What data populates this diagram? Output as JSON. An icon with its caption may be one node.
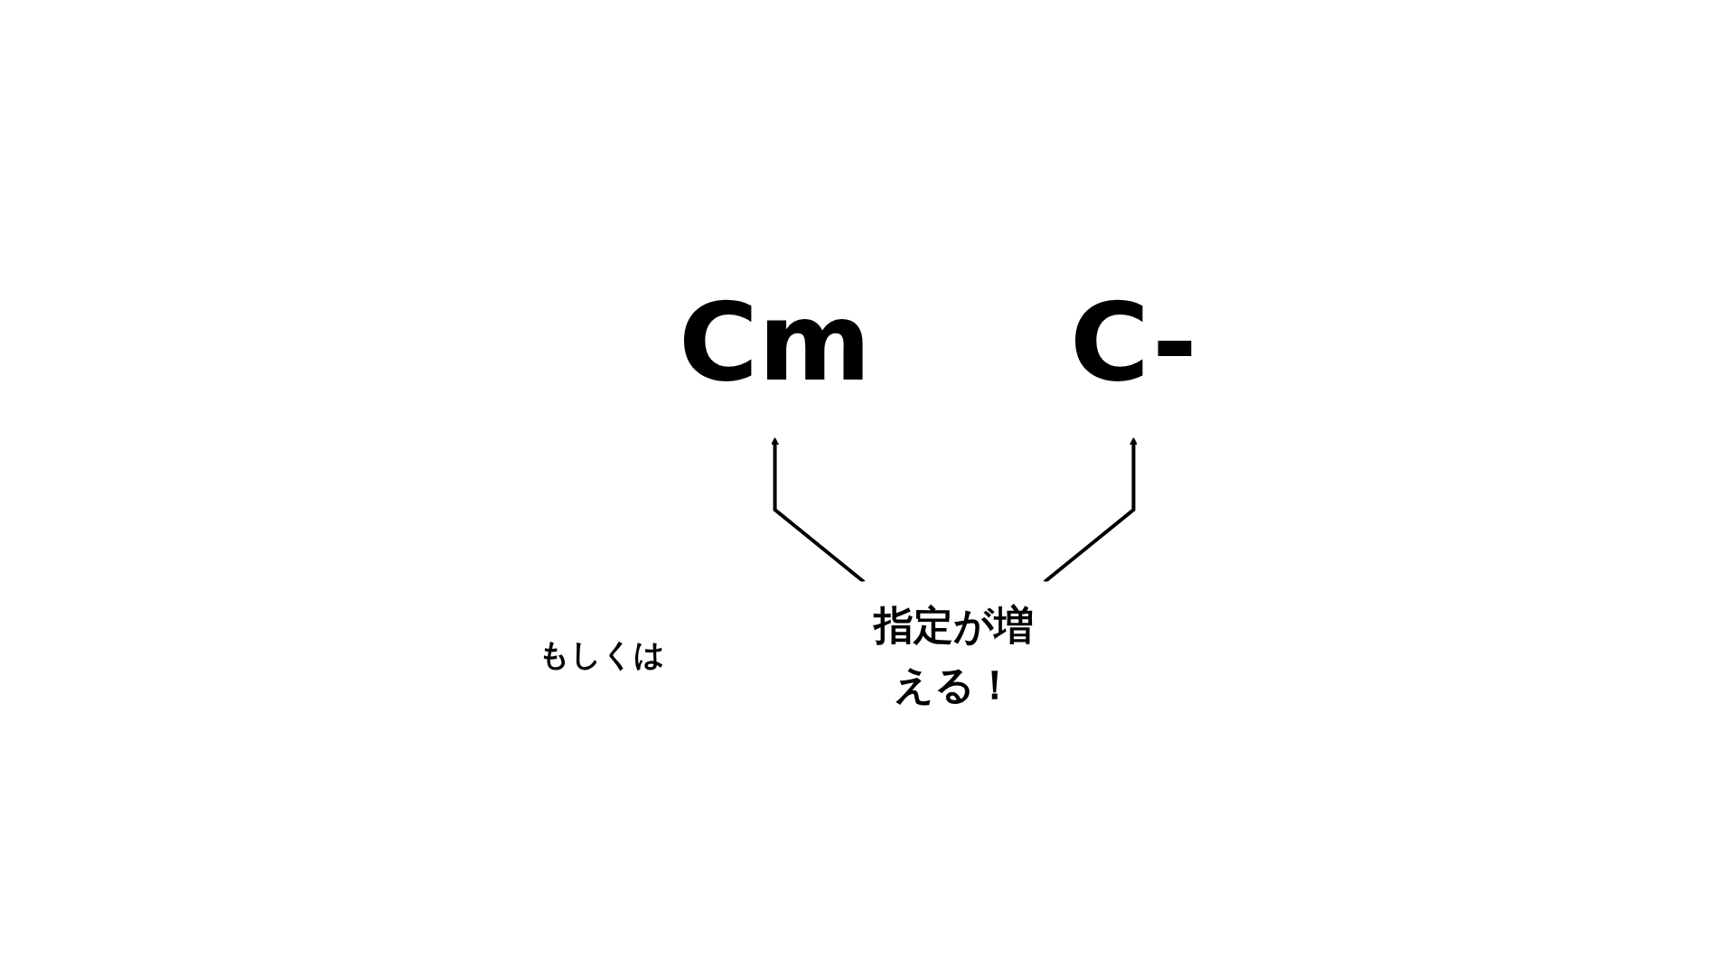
{
  "diagram": {
    "nodes": [
      {
        "text": [
          "Cm"
        ]
      },
      {
        "text": [
          "もしくは"
        ]
      },
      {
        "text": [
          "C-"
        ]
      },
      {
        "text": [
          "指定が増える！"
        ]
      }
    ],
    "edges": [
      {
        "from": 3,
        "to": 0,
        "arrow": "to"
      },
      {
        "from": 3,
        "to": 2,
        "arrow": "to"
      }
    ]
  }
}
